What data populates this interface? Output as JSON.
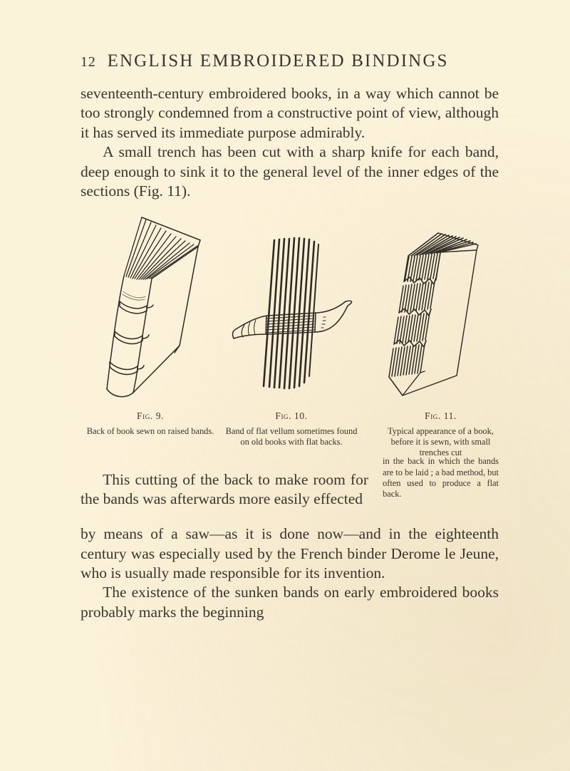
{
  "page": {
    "folio": "12",
    "running_title": "ENGLISH EMBROIDERED BINDINGS",
    "paper_color": "#fbf2da",
    "ink_color": "#3a352e"
  },
  "body": {
    "para1": "seventeenth-century embroidered books, in a way which cannot be too strongly condemned from a constructive point of view, although it has served its immediate purpose admirably.",
    "para2": "A small trench has been cut with a sharp knife for each band, deep enough to sink it to the general level of the inner edges of the sections (Fig. 11).",
    "para3_head": "This cutting of the back to make room for the bands was afterwards more easily effected",
    "para3_tail": "by means of a saw—as it is done now—and in the eighteenth century was especially used by the French binder Derome le Jeune, who is usually made responsible for its invention.",
    "para4": "The existence of the sunken bands on early embroidered books probably marks the beginning"
  },
  "figures": [
    {
      "id": "fig9",
      "label": "Fig. 9.",
      "caption": "Back of book sewn on raised bands.",
      "alt": "Book standing at an angle with rounded spine showing three raised bands and fanned leaves"
    },
    {
      "id": "fig10",
      "label": "Fig. 10.",
      "caption": "Band of flat vellum sometimes found on old books with flat backs.",
      "alt": "Vertical bundle of sections crossed by a horizontal flat vellum band with splayed ends"
    },
    {
      "id": "fig11",
      "label": "Fig. 11.",
      "caption": "Typical appearance of a book, before it is sewn, with small trenches cut",
      "caption_tail": "in the back in which the bands are to be laid ; a bad method, but often used to produce a flat back.",
      "alt": "Unsewn book block with sections visible on the spine interrupted by three cut trenches"
    }
  ]
}
